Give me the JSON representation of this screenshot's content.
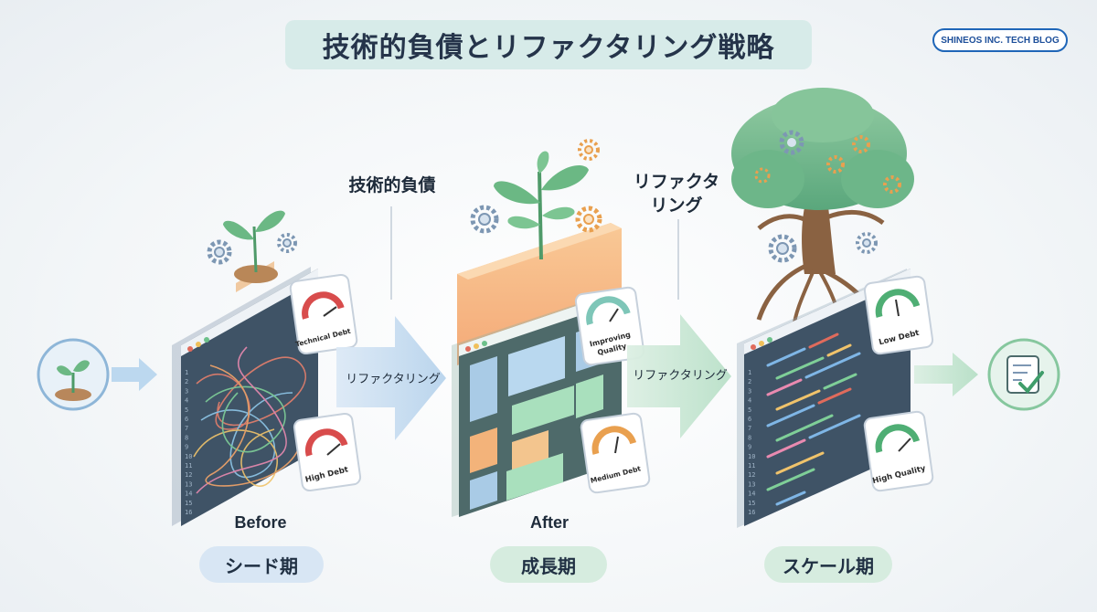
{
  "title": "技術的負債とリファクタリング戦略",
  "badge": "SHINEOS INC. TECH BLOG",
  "labels": {
    "tech_debt_top": "技術的負債",
    "refactoring_top_line1": "リファクタ",
    "refactoring_top_line2": "リング",
    "arrow1": "リファクタリング",
    "arrow2": "リファクタリング"
  },
  "gauges": {
    "technical_debt": "Technical Debt",
    "high_debt": "High Debt",
    "improving_quality_line1": "Improving",
    "improving_quality_line2": "Quality",
    "medium_debt": "Medium Debt",
    "low_debt": "Low Debt",
    "high_quality": "High Quality"
  },
  "line_numbers": [
    "1",
    "2",
    "3",
    "4",
    "5",
    "6",
    "7",
    "8",
    "9",
    "10",
    "11",
    "12",
    "13",
    "14",
    "15",
    "16"
  ],
  "captions": {
    "before": "Before",
    "after": "After"
  },
  "stages": {
    "seed": "シード期",
    "growth": "成長期",
    "scale": "スケール期"
  },
  "colors": {
    "debt_red": "#d84c4c",
    "medium_orange": "#e9a04f",
    "quality_green": "#4fae74",
    "arrow_blue": "#bcd8ef",
    "arrow_green": "#c8e8d4"
  }
}
